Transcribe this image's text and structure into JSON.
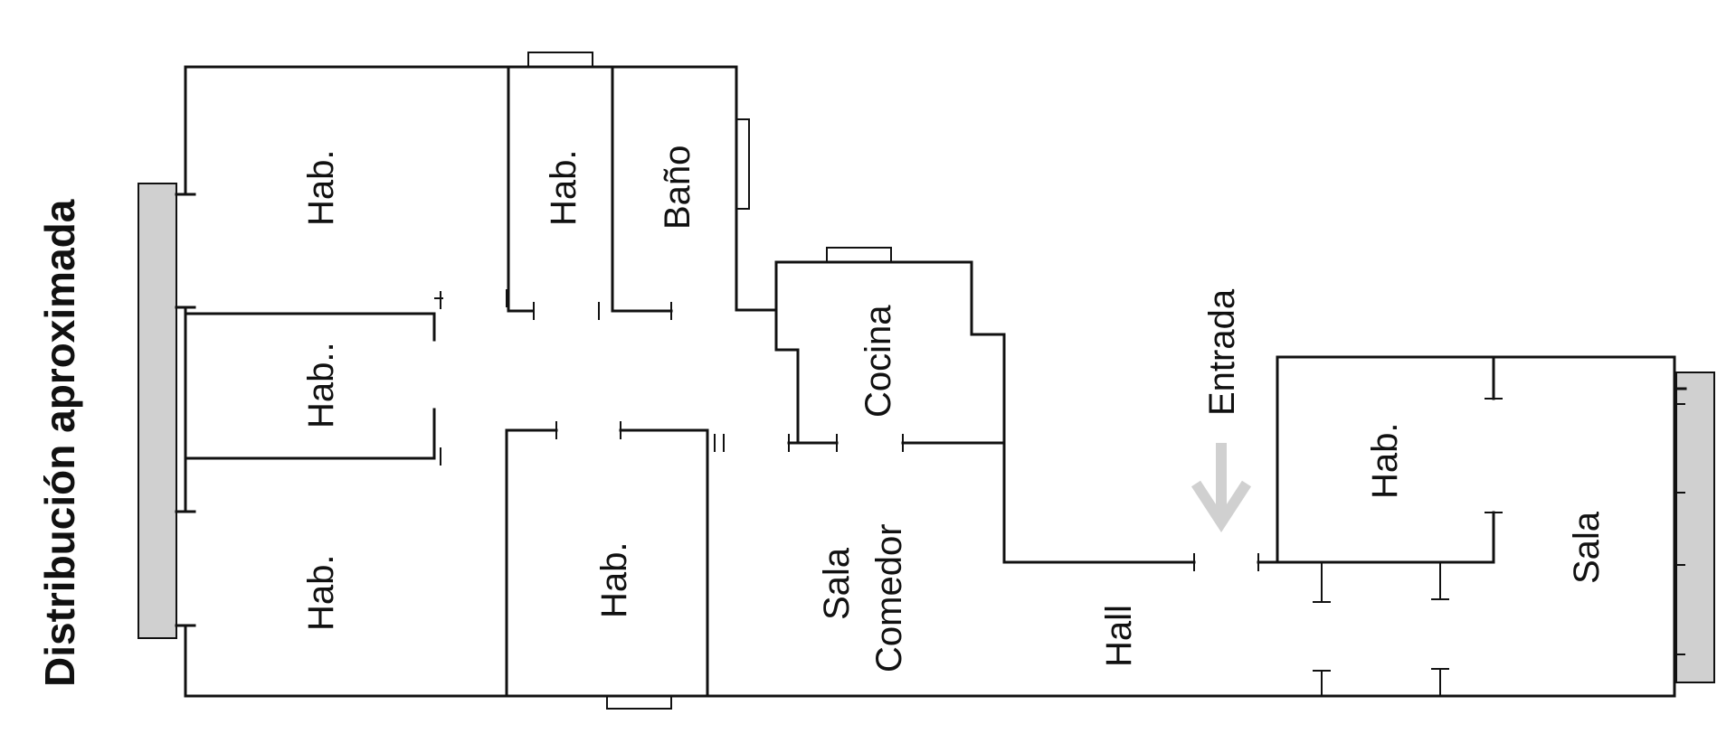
{
  "title": "Distribución aproximada",
  "rooms": {
    "hab_top_left": "Hab.",
    "hab_small": "Hab.",
    "bano": "Baño",
    "hab_middle": "Hab..",
    "hab_bottom_left": "Hab.",
    "hab_bottom_center": "Hab.",
    "cocina": "Cocina",
    "sala": "Sala",
    "comedor": "Comedor",
    "hall": "Hall",
    "entrada": "Entrada",
    "hab_right": "Hab.",
    "sala_right": "Sala"
  },
  "colors": {
    "wall": "#111111",
    "balcony": "#d0d0d0",
    "entry_arrow": "#d0d0d0"
  }
}
